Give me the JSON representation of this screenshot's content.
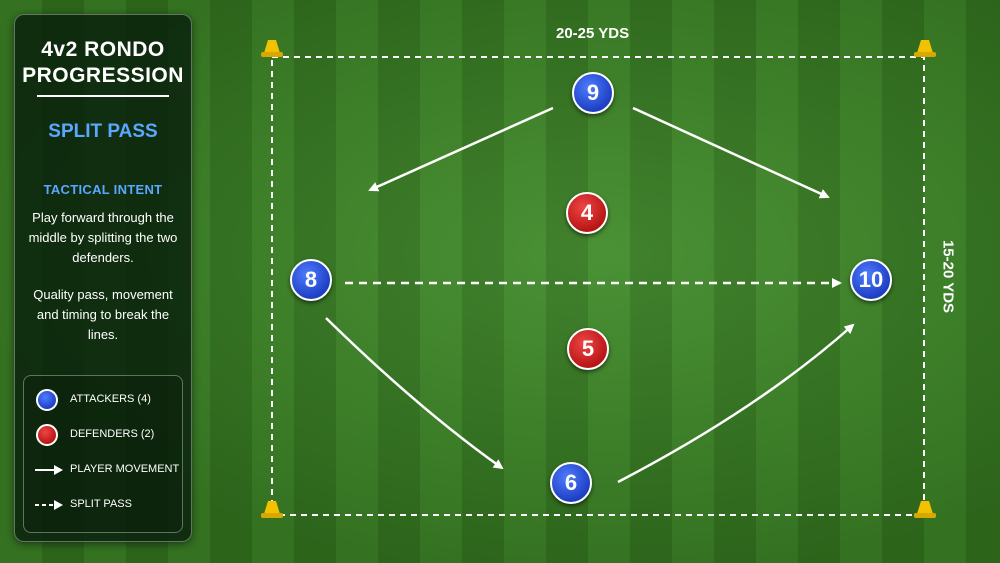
{
  "panel": {
    "title_line1": "4v2 RONDO",
    "title_line2": "PROGRESSION",
    "subtitle": "SPLIT PASS",
    "intent_heading": "TACTICAL INTENT",
    "intent_p1": "Play forward through the middle by splitting the two defenders.",
    "intent_p2": "Quality pass, movement and timing to break the lines."
  },
  "legend": {
    "attackers": "ATTACKERS (4)",
    "defenders": "DEFENDERS (2)",
    "movement": "PLAYER MOVEMENT",
    "split_pass": "SPLIT PASS"
  },
  "field": {
    "width_label": "20-25 YDS",
    "height_label": "15-20 YDS"
  },
  "players": {
    "p9": "9",
    "p4": "4",
    "p8": "8",
    "p10": "10",
    "p5": "5",
    "p6": "6"
  },
  "colors": {
    "attacker": "#2a4fe0",
    "defender": "#d12222",
    "accent": "#5aa7ff",
    "cone": "#f2c200"
  }
}
